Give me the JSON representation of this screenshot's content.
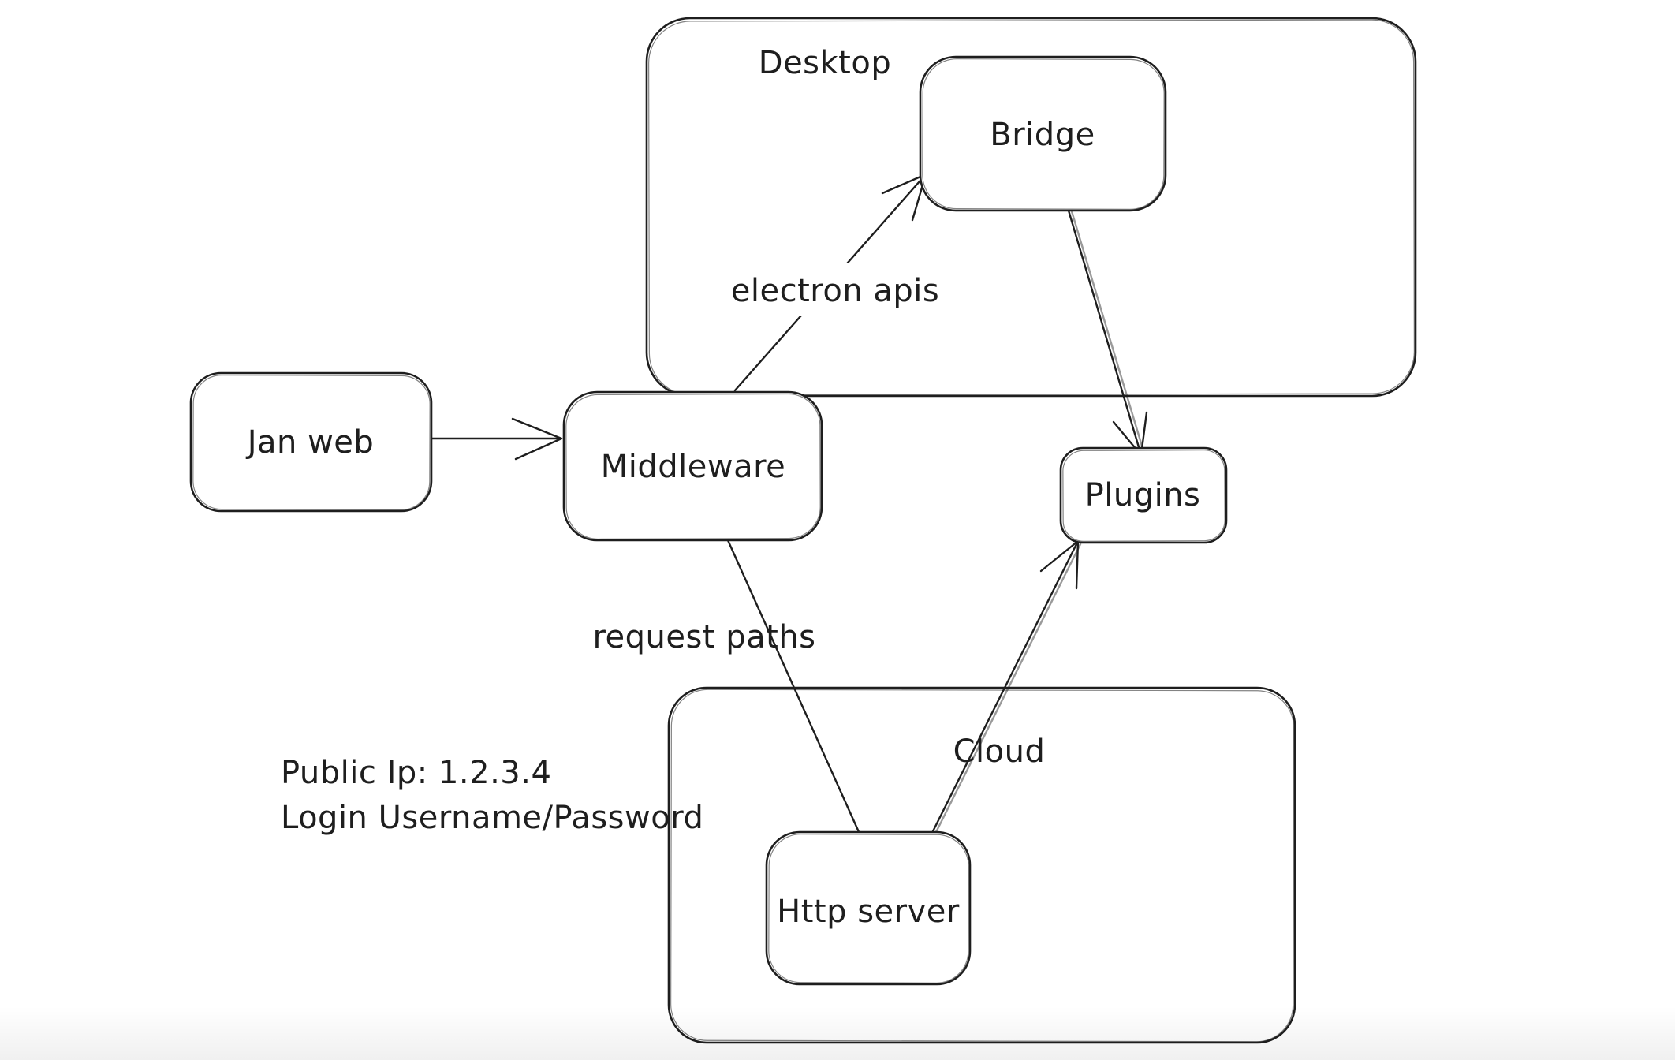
{
  "canvas": {
    "background": "#ffffff",
    "stroke_color": "#1e1e1e",
    "text_color": "#1e1e1e"
  },
  "containers": {
    "desktop": {
      "label": "Desktop"
    },
    "cloud": {
      "label": "Cloud"
    }
  },
  "nodes": {
    "jan_web": {
      "label": "Jan web"
    },
    "middleware": {
      "label": "Middleware"
    },
    "bridge": {
      "label": "Bridge"
    },
    "plugins": {
      "label": "Plugins"
    },
    "http_server": {
      "label": "Http server"
    }
  },
  "edges": {
    "jan_web_to_middleware": {
      "from": "Jan web",
      "to": "Middleware",
      "label": ""
    },
    "middleware_to_bridge": {
      "from": "Middleware",
      "to": "Bridge",
      "label": "electron apis"
    },
    "bridge_to_plugins": {
      "from": "Bridge",
      "to": "Plugins",
      "label": ""
    },
    "middleware_to_http": {
      "from": "Middleware",
      "to": "Http server",
      "label": "request paths"
    },
    "http_to_plugins": {
      "from": "Http server",
      "to": "Plugins",
      "label": ""
    }
  },
  "annotation": {
    "line1": "Public Ip: 1.2.3.4",
    "line2": "Login Username/Password"
  }
}
